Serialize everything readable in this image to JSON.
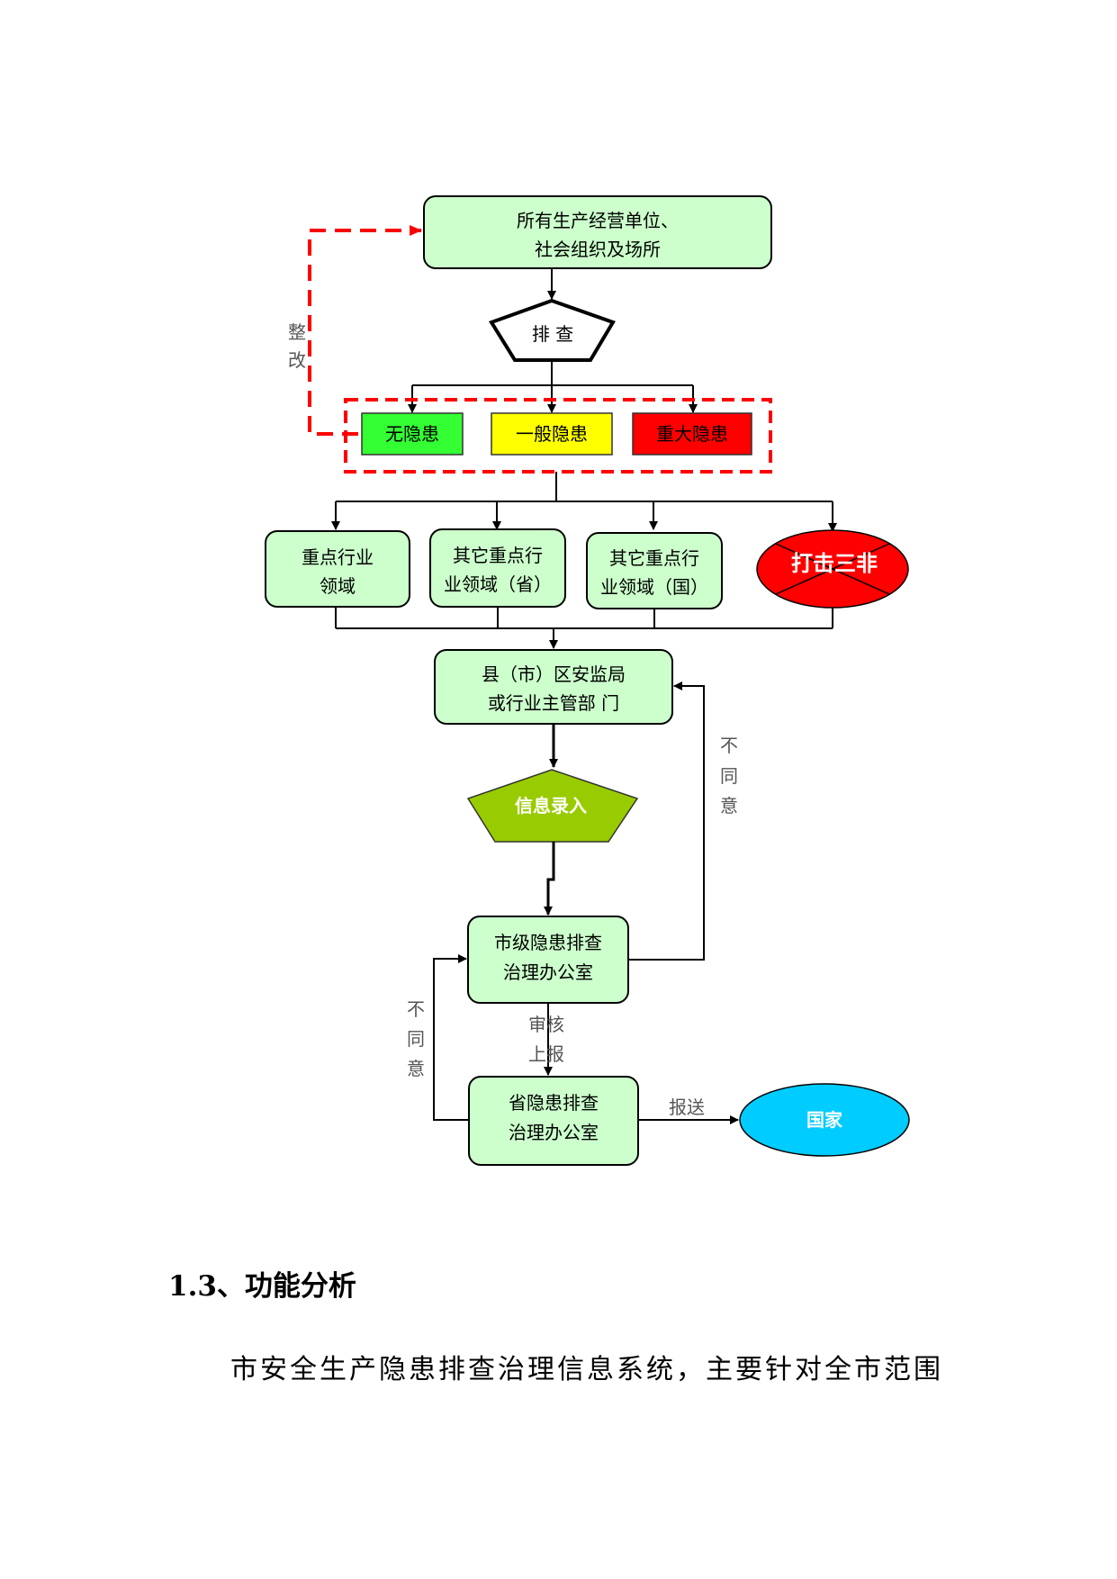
{
  "flowchart": {
    "nodes": {
      "all_units": {
        "line1": "所有生产经营单位、",
        "line2": "社会组织及场所"
      },
      "investigation": "排 查",
      "no_hazard": "无隐患",
      "general_hazard": "一般隐患",
      "major_hazard": "重大隐患",
      "key_industry": {
        "line1": "重点行业",
        "line2": "领域"
      },
      "other_key_province": {
        "line1": "其它重点行",
        "line2": "业领域（省）"
      },
      "other_key_national": {
        "line1": "其它重点行",
        "line2": "业领域（国）"
      },
      "crackdown": "打击三非",
      "county_bureau": {
        "line1": "县（市）区安监局",
        "line2": "或行业主管部 门"
      },
      "info_entry": "信息录入",
      "city_office": {
        "line1": "市级隐患排查",
        "line2": "治理办公室"
      },
      "province_office": {
        "line1": "省隐患排查",
        "line2": "治理办公室"
      },
      "nation": "国家"
    },
    "labels": {
      "rectify": [
        "整",
        "改"
      ],
      "disagree_right": [
        "不",
        "同",
        "意"
      ],
      "disagree_left": [
        "不",
        "同",
        "意"
      ],
      "review": "审核",
      "report_up": "上报",
      "submit": "报送"
    },
    "colors": {
      "box_fill": "#ccffcc",
      "no_hazard": "#33ff33",
      "general_hazard": "#ffff00",
      "major_hazard": "#ff0000",
      "crackdown": "#ff0000",
      "info_entry": "#99cc00",
      "nation": "#00ccff",
      "dashed": "#ff0000"
    }
  },
  "section": {
    "heading": "1.3、功能分析",
    "body": "市安全生产隐患排查治理信息系统，主要针对全市范围"
  }
}
